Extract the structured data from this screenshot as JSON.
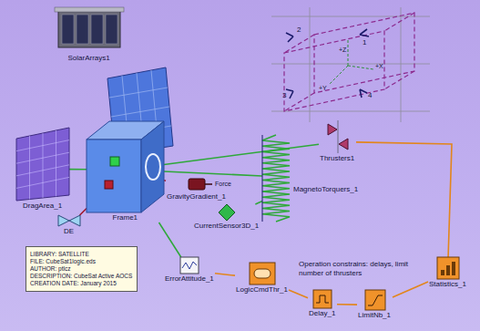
{
  "diagram": {
    "nodes": [
      {
        "text": [
          "SolarArrays1"
        ]
      },
      {
        "text": [
          "DragArea_1"
        ]
      },
      {
        "text": [
          "Frame1"
        ]
      },
      {
        "text": [
          "DE"
        ]
      },
      {
        "text": [
          "GravityGradient_1"
        ]
      },
      {
        "text": [
          "CurrentSensor3D_1"
        ]
      },
      {
        "text": [
          "MagnetoTorquers_1"
        ]
      },
      {
        "text": [
          "Thrusters1"
        ]
      },
      {
        "text": [
          "ErrorAttitude_1"
        ]
      },
      {
        "text": [
          "LogicCmdThr_1"
        ]
      },
      {
        "text": [
          "Delay_1"
        ]
      },
      {
        "text": [
          "LimitNb_1"
        ]
      },
      {
        "text": [
          "Statistics_1"
        ]
      },
      {
        "text": [
          "LIBRARY: SATELLITE",
          "FILE: CubeSat1logic.eds",
          "AUTHOR: ptlcz",
          "DESCRIPTION: CubeSat Active AOCS",
          "CREATION DATE: January 2015"
        ]
      }
    ],
    "edges": [
      {
        "from": 1,
        "to": 2,
        "arrow": "none"
      },
      {
        "from": 2,
        "to": 3,
        "arrow": "none"
      },
      {
        "from": 2,
        "to": 4,
        "arrow": "none"
      },
      {
        "from": 2,
        "to": 8,
        "arrow": "none"
      },
      {
        "from": 5,
        "to": 6,
        "arrow": "none"
      },
      {
        "from": 2,
        "to": 7,
        "arrow": "none"
      },
      {
        "from": 8,
        "to": 9,
        "arrow": "none"
      },
      {
        "from": 9,
        "to": 10,
        "arrow": "none"
      },
      {
        "from": 10,
        "to": 11,
        "arrow": "none"
      },
      {
        "from": 11,
        "to": 12,
        "arrow": "none"
      },
      {
        "from": 12,
        "to": 7,
        "arrow": "none"
      },
      {
        "from": 2,
        "to": 6,
        "arrow": "none"
      }
    ],
    "labels": [
      "Force",
      "1",
      "2",
      "3",
      "4",
      "+Z",
      "+X",
      "+Y",
      "Operation constrains: delays, limit number of thrusters"
    ]
  }
}
